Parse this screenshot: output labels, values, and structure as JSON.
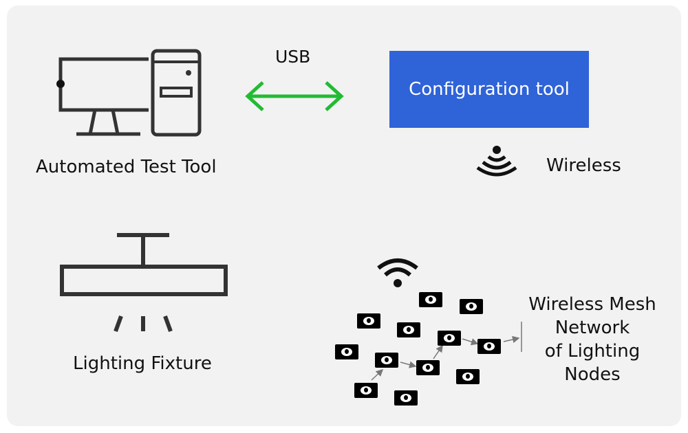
{
  "diagram": {
    "test_tool": {
      "label": "Automated Test Tool",
      "icon": "computer-icon"
    },
    "usb": {
      "label": "USB",
      "color": "#22bb33"
    },
    "config_tool": {
      "label": "Configuration tool",
      "color": "#2f63d8"
    },
    "wireless": {
      "label": "Wireless",
      "icon": "wireless-signal-icon"
    },
    "fixture": {
      "label": "Lighting Fixture",
      "icon": "lighting-fixture-icon"
    },
    "mesh": {
      "label": "Wireless Mesh\nNetwork\nof Lighting\nNodes",
      "icon": "wifi-icon"
    }
  }
}
